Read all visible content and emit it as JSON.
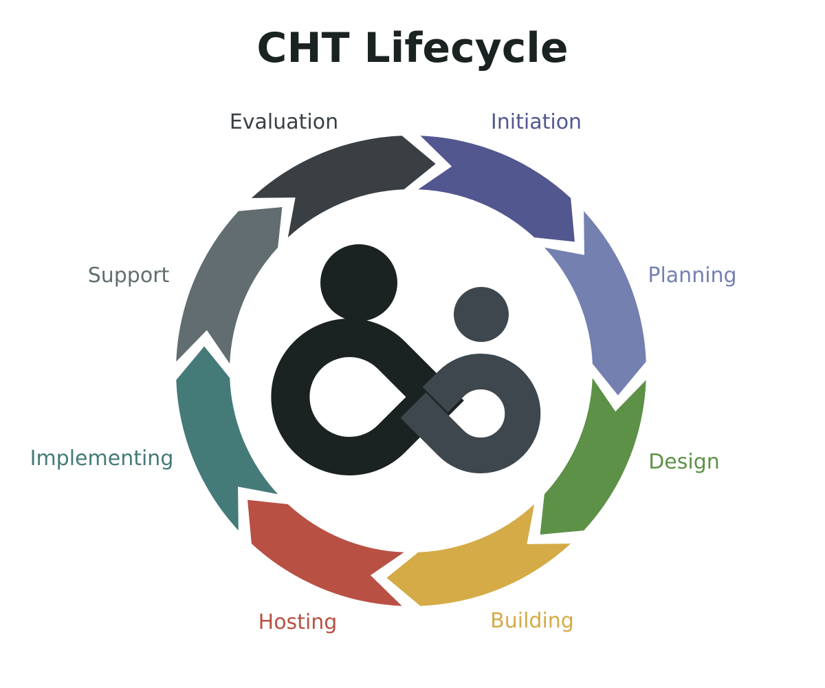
{
  "title": "CHT Lifecycle",
  "colors": {
    "title": "#1b2322",
    "logo_dark": "#1b2322",
    "logo_slate": "#3d474d"
  },
  "logo": {
    "name": "cht-logo"
  },
  "stages": [
    {
      "id": "initiation",
      "label": "Initiation",
      "color": "#52578f"
    },
    {
      "id": "planning",
      "label": "Planning",
      "color": "#7480b0"
    },
    {
      "id": "design",
      "label": "Design",
      "color": "#5d9147"
    },
    {
      "id": "building",
      "label": "Building",
      "color": "#d4ab47"
    },
    {
      "id": "hosting",
      "label": "Hosting",
      "color": "#b85044"
    },
    {
      "id": "implementing",
      "label": "Implementing",
      "color": "#447a78"
    },
    {
      "id": "support",
      "label": "Support",
      "color": "#616d70"
    },
    {
      "id": "evaluation",
      "label": "Evaluation",
      "color": "#393f43"
    }
  ]
}
